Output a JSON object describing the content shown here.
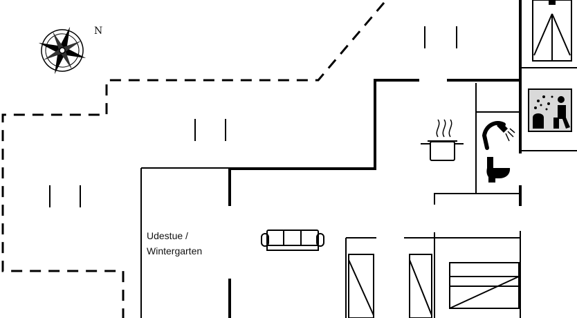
{
  "plan": {
    "compass": {
      "north_label": "N"
    },
    "rooms": [
      {
        "lines": [
          "Udestue /",
          "Wintergarten"
        ]
      }
    ],
    "icons": [
      "compass-rose-icon",
      "cooking-pot-icon",
      "shower-icon",
      "toilet-icon",
      "sauna-icon",
      "sofa-icon",
      "bed-icon",
      "single-bed-icon",
      "double-bed-icon"
    ],
    "colors": {
      "wall": "#000000",
      "background": "#ffffff",
      "sauna_bg": "#d9d9d9"
    }
  }
}
